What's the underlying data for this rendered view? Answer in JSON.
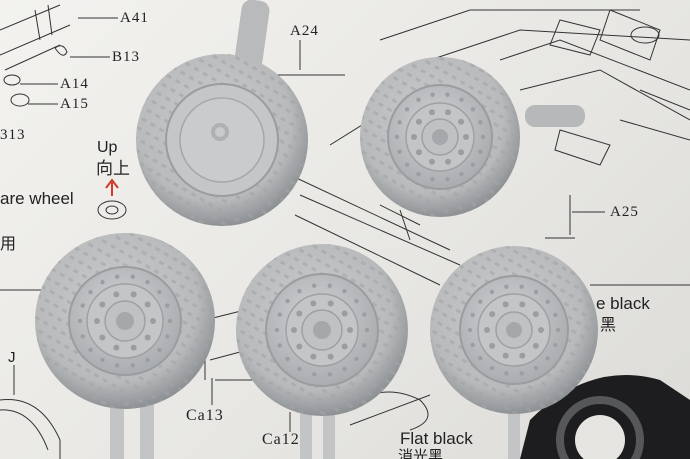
{
  "labels": {
    "a41": "A41",
    "b13": "B13",
    "a14": "A14",
    "a15": "A15",
    "b13_left": "313",
    "a24": "A24",
    "a25": "A25",
    "up_en": "Up",
    "up_zh": "向上",
    "spare_wheel": "are wheel",
    "left_char": "用",
    "j": "J",
    "black_right": "e black",
    "black_zh": "黑",
    "ca13": "Ca13",
    "ca12": "Ca12",
    "flat_black": "Flat black",
    "flat_black_zh": "消光黑"
  },
  "colors": {
    "paper": "#ecebe8",
    "tire": "#b9bbbd",
    "tire_dark": "#9ea1a4",
    "hub": "#c6c8ca",
    "ink": "#222222",
    "arrow_red": "#d23a2a"
  }
}
